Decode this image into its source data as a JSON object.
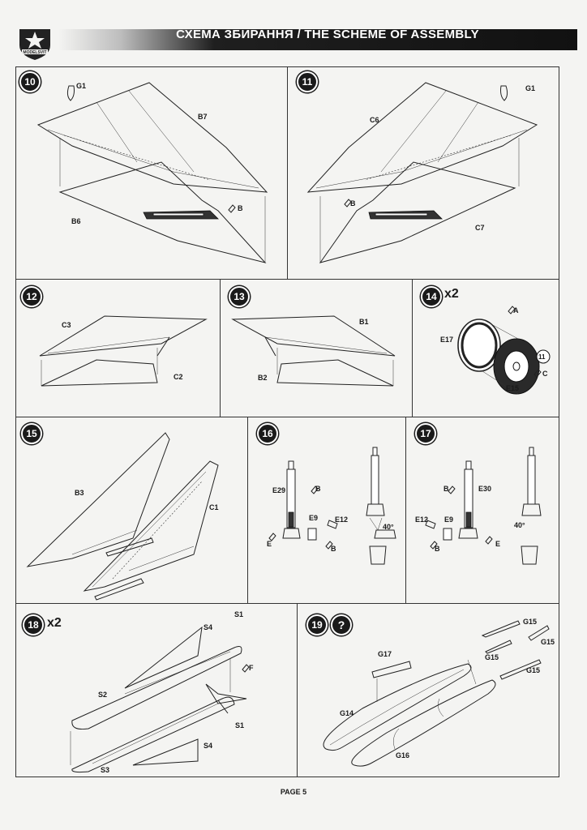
{
  "header": {
    "title": "СХЕМА ЗБИРАННЯ / THE SCHEME OF ASSEMBLY",
    "logo_text": "MODELSVIT"
  },
  "steps": {
    "s10": {
      "num": "10",
      "parts": {
        "g1": "G1",
        "b7": "B7",
        "b6": "B6",
        "b": "B"
      }
    },
    "s11": {
      "num": "11",
      "parts": {
        "g1": "G1",
        "c6": "C6",
        "c7": "C7",
        "b": "B"
      }
    },
    "s12": {
      "num": "12",
      "parts": {
        "c3": "C3",
        "c2": "C2"
      }
    },
    "s13": {
      "num": "13",
      "parts": {
        "b1": "B1",
        "b2": "B2"
      }
    },
    "s14": {
      "num": "14",
      "mult": "x2",
      "parts": {
        "a": "A",
        "e17": "E17",
        "ref": "11",
        "e15": "E15",
        "c": "C"
      }
    },
    "s15": {
      "num": "15",
      "parts": {
        "b3": "B3",
        "c1": "C1"
      }
    },
    "s16": {
      "num": "16",
      "parts": {
        "e29": "E29",
        "b1": "B",
        "e9": "E9",
        "e12": "E12",
        "e": "E",
        "b2": "B",
        "angle": "40°"
      }
    },
    "s17": {
      "num": "17",
      "parts": {
        "b1": "B",
        "e30": "E30",
        "e12": "E12",
        "e9": "E9",
        "b2": "B",
        "e": "E",
        "angle": "40°"
      }
    },
    "s18": {
      "num": "18",
      "mult": "x2",
      "parts": {
        "s1a": "S1",
        "s4a": "S4",
        "f": "F",
        "s2": "S2",
        "s1b": "S1",
        "s4b": "S4",
        "s3": "S3"
      }
    },
    "s19": {
      "num": "19",
      "mult": "?",
      "parts": {
        "g15a": "G15",
        "g15b": "G15",
        "g15c": "G15",
        "g15d": "G15",
        "g17": "G17",
        "g14": "G14",
        "g16": "G16"
      }
    }
  },
  "footer": {
    "page": "PAGE 5"
  }
}
